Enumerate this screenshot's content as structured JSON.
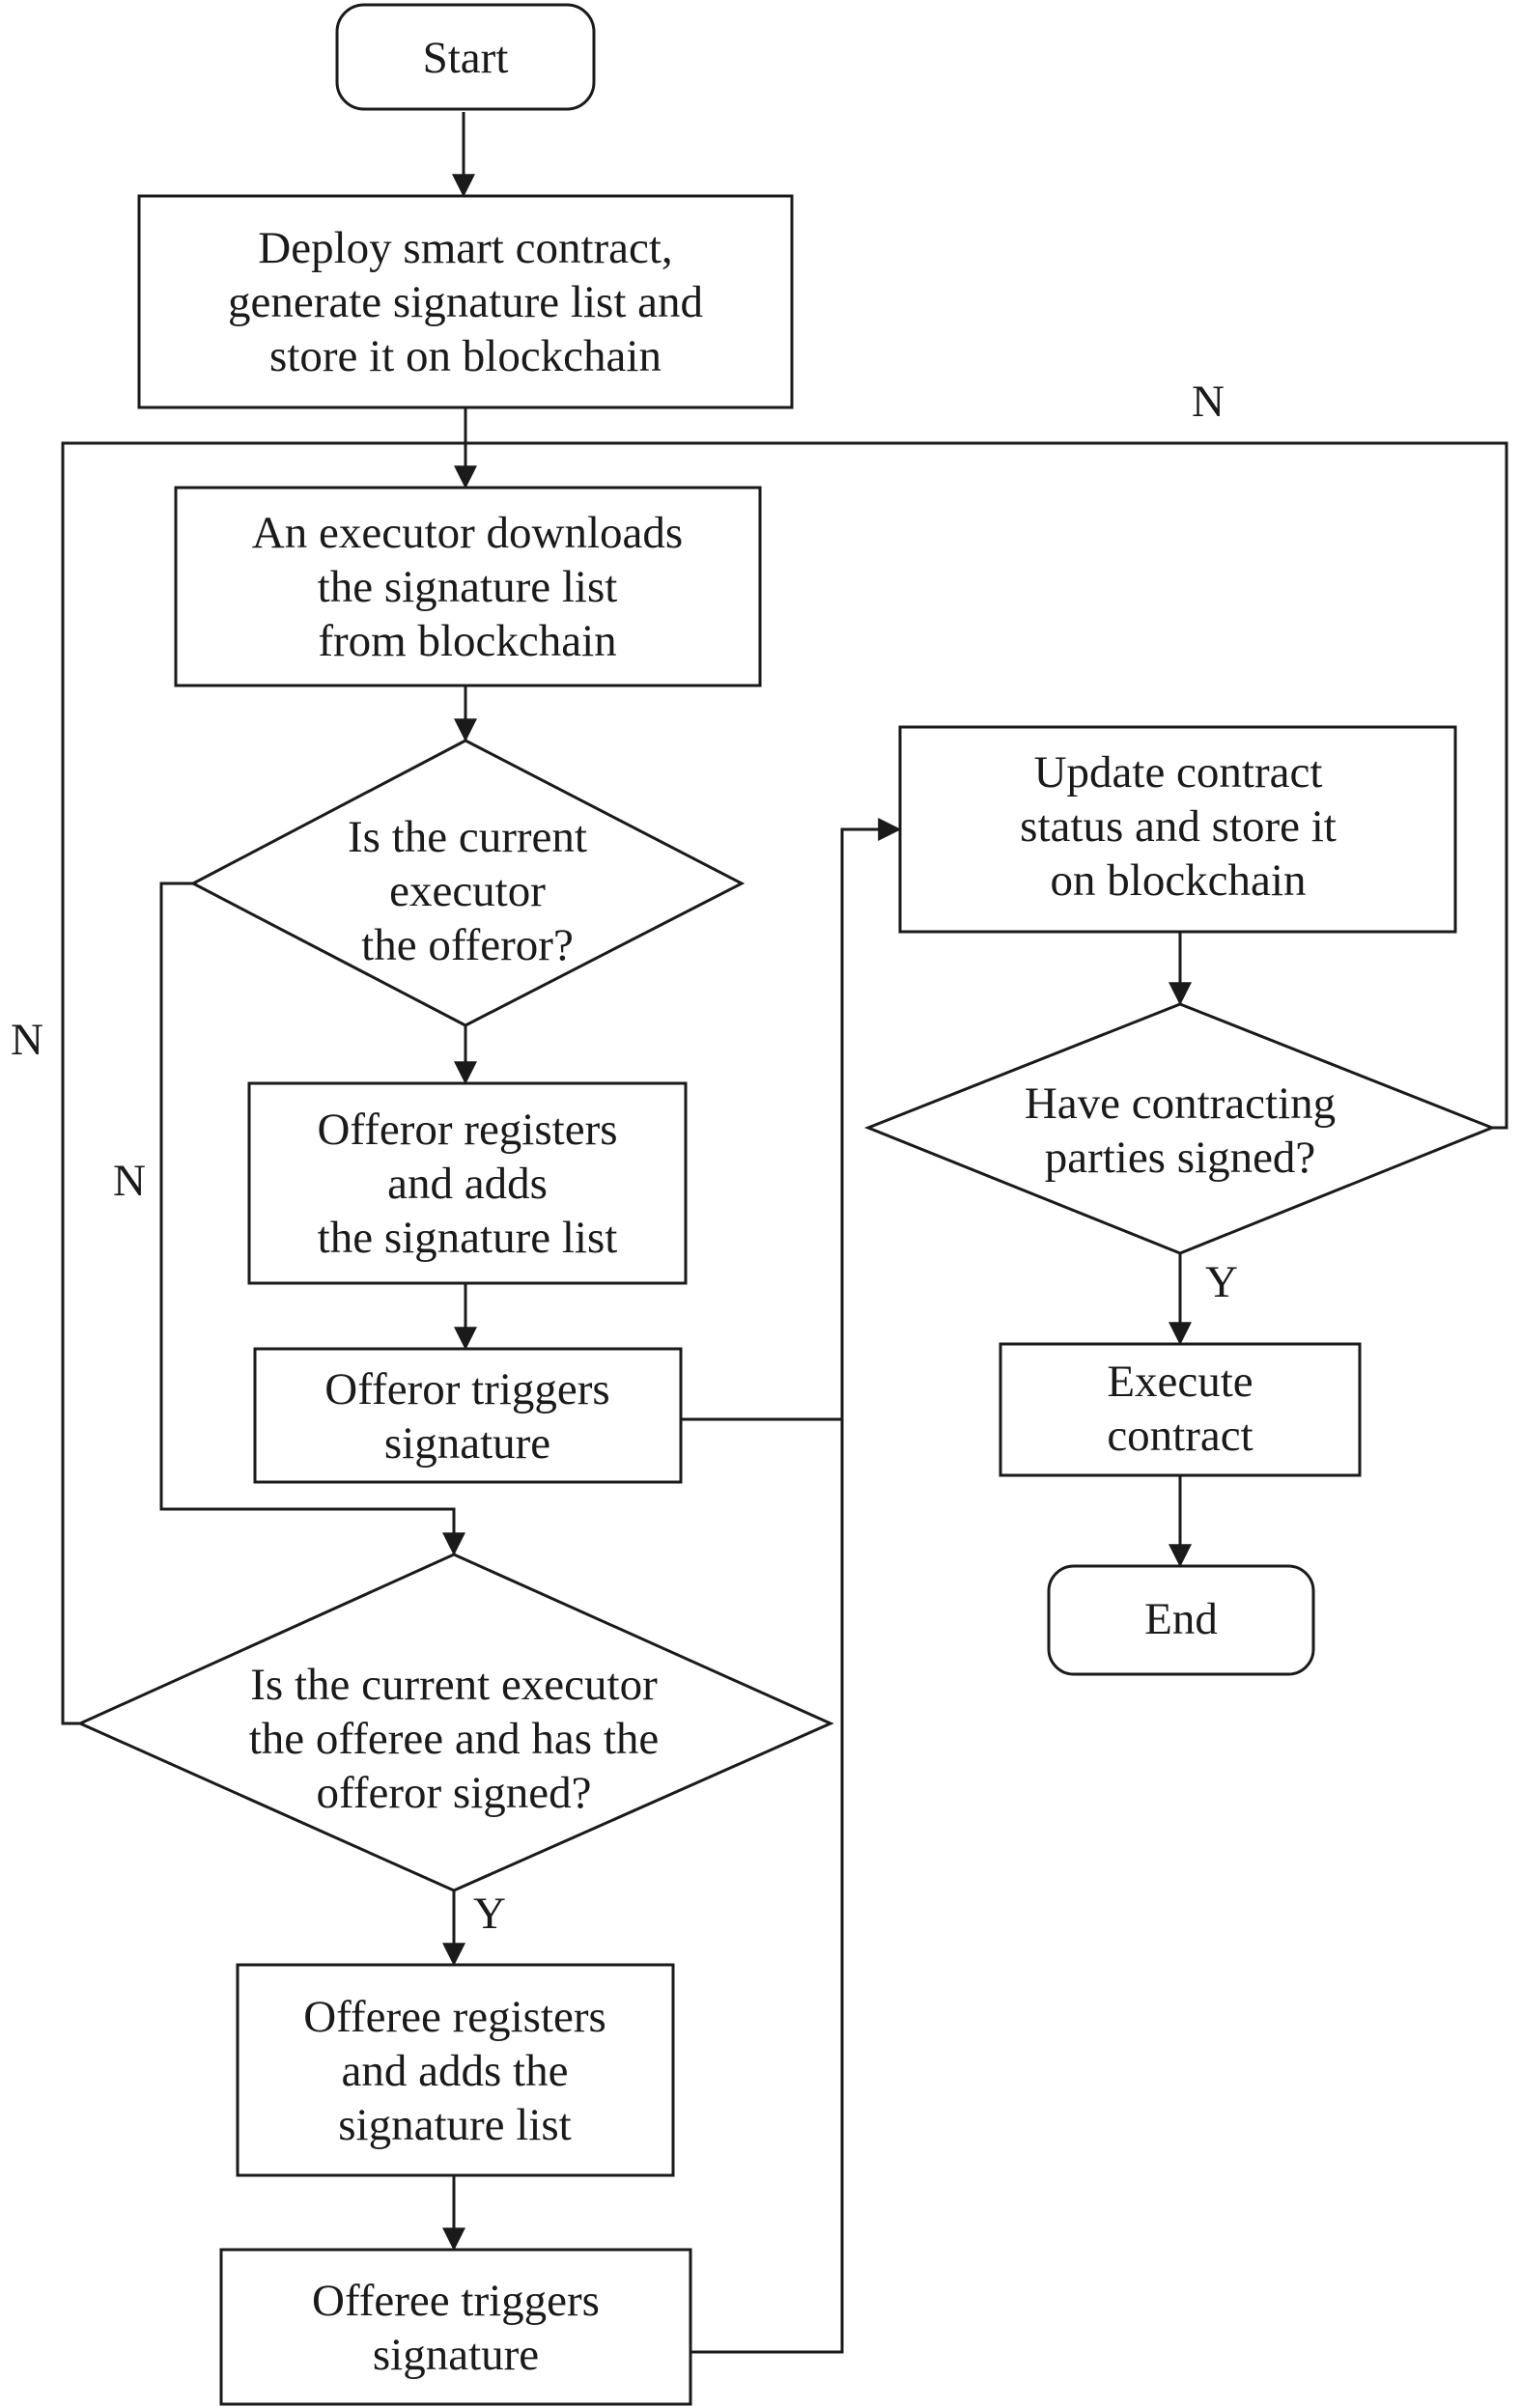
{
  "nodes": {
    "start": {
      "lines": [
        "Start"
      ]
    },
    "deploy": {
      "lines": [
        "Deploy smart contract,",
        "generate signature list and",
        "store it on blockchain"
      ]
    },
    "download": {
      "lines": [
        "An executor downloads",
        "the signature list",
        "from blockchain"
      ]
    },
    "is_offeror": {
      "lines": [
        "Is the current",
        "executor",
        "the offeror?"
      ]
    },
    "offeror_registers": {
      "lines": [
        "Offeror registers",
        "and adds",
        "the signature list"
      ]
    },
    "offeror_triggers": {
      "lines": [
        "Offeror triggers",
        "signature"
      ]
    },
    "is_offeree": {
      "lines": [
        "Is the current executor",
        "the offeree and has the",
        "offeror signed?"
      ]
    },
    "offeree_registers": {
      "lines": [
        "Offeree registers",
        "and adds the",
        "signature list"
      ]
    },
    "offeree_triggers": {
      "lines": [
        "Offeree triggers",
        "signature"
      ]
    },
    "update": {
      "lines": [
        "Update contract",
        "status and store it",
        "on blockchain"
      ]
    },
    "all_signed": {
      "lines": [
        "Have contracting",
        "parties signed?"
      ]
    },
    "execute": {
      "lines": [
        "Execute",
        "contract"
      ]
    },
    "end": {
      "lines": [
        "End"
      ]
    }
  },
  "branch_labels": {
    "offeror_no": "N",
    "offeree_no": "N",
    "offeree_yes": "Y",
    "signed_no": "N",
    "signed_yes": "Y"
  }
}
